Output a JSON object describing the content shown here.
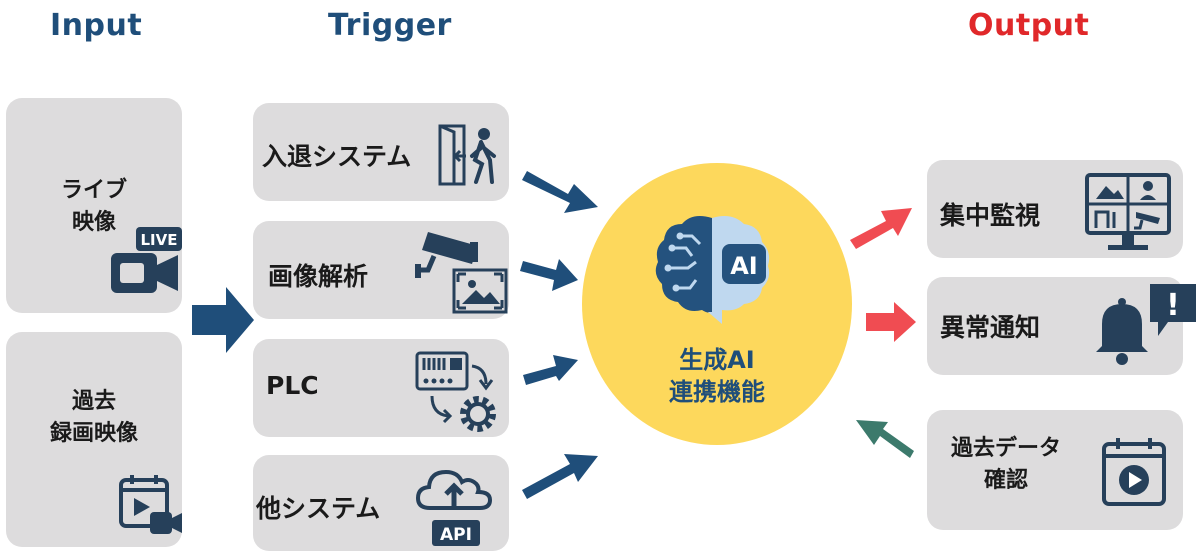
{
  "headers": {
    "input": "Input",
    "trigger": "Trigger",
    "output": "Output"
  },
  "colors": {
    "navy": "#1f4e7a",
    "red": "#e0282a",
    "box": "#dddcdd",
    "circle": "#fdd85c",
    "icon": "#26405a",
    "arrow_red": "#f04c52",
    "arrow_green": "#3c7a6c"
  },
  "input": {
    "live": {
      "line1": "ライブ",
      "line2": "映像",
      "badge": "LIVE"
    },
    "past": {
      "line1": "過去",
      "line2": "録画映像"
    }
  },
  "trigger": {
    "items": [
      {
        "label": "入退システム",
        "icon": "door-person-icon"
      },
      {
        "label": "画像解析",
        "icon": "camera-image-icon"
      },
      {
        "label": "PLC",
        "icon": "plc-gear-icon"
      },
      {
        "label": "他システム",
        "icon": "cloud-api-icon",
        "badge": "API"
      }
    ]
  },
  "center": {
    "line1": "生成AI",
    "line2": "連携機能",
    "badge": "AI",
    "icon": "ai-brain-icon"
  },
  "output": {
    "items": [
      {
        "label": "集中監視",
        "icon": "monitor-grid-icon"
      },
      {
        "label": "異常通知",
        "icon": "bell-alert-icon",
        "badge": "!"
      },
      {
        "line1": "過去データ",
        "line2": "確認",
        "icon": "calendar-play-icon"
      }
    ]
  }
}
